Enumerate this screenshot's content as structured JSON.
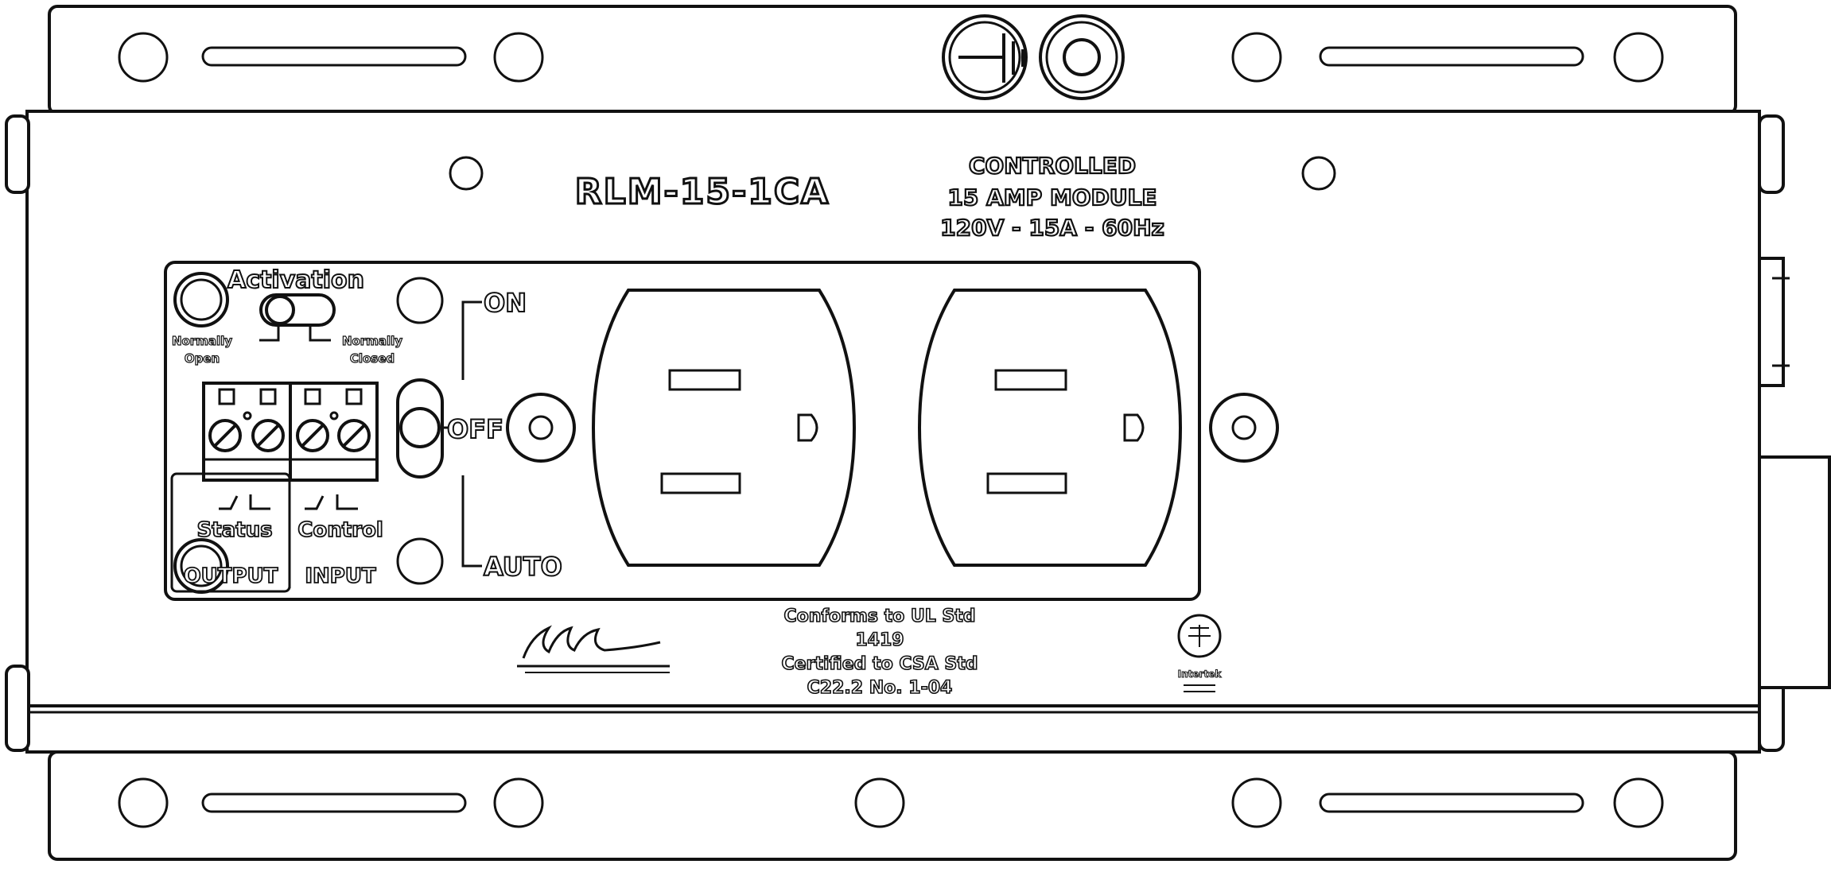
{
  "module": {
    "model": "RLM-15-1CA",
    "description": [
      "CONTROLLED",
      "15 AMP MODULE",
      "120V - 15A - 60Hz"
    ]
  },
  "activation": {
    "title": "Activation",
    "normally_open": [
      "Normally",
      "Open"
    ],
    "normally_closed": [
      "Normally",
      "Closed"
    ]
  },
  "terminals": {
    "status_label": "Status",
    "control_label": "Control",
    "output_label": "OUTPUT",
    "input_label": "INPUT"
  },
  "mode_switch": {
    "on_label": "ON",
    "off_label": "OFF",
    "auto_label": "AUTO"
  },
  "certification": {
    "lines": [
      "Conforms to UL Std",
      "1419",
      "Certified to CSA Std",
      "C22.2 No. 1-04"
    ],
    "mark_text": "Intertek"
  },
  "outlets": {
    "count": 2,
    "type": "NEMA 5-15R"
  },
  "colors": {
    "line": "#111111",
    "background": "#ffffff"
  }
}
